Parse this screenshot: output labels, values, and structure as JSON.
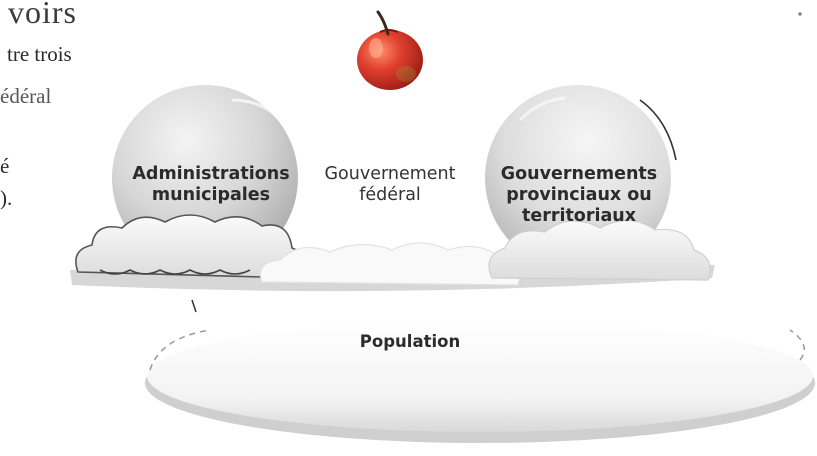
{
  "page_fragment": {
    "heading": "voirs",
    "line1": "tre trois",
    "line2": "édéral",
    "line3": "é",
    "line4": ")."
  },
  "diagram": {
    "levels": {
      "municipal": {
        "line1": "Administrations",
        "line2": "municipales"
      },
      "federal": {
        "line1": "Gouvernement",
        "line2": "fédéral"
      },
      "provincial": {
        "line1": "Gouvernements",
        "line2": "provinciaux ou",
        "line3": "territoriaux"
      }
    },
    "base_label": "Population",
    "icon": "apple-icon",
    "colors": {
      "apple_red": "#d8322a",
      "apple_green": "#8fb83a",
      "sphere_grey": "#d2d2d2",
      "cloud_grey": "#e6e6e6",
      "plate_grey": "#ececec"
    }
  }
}
